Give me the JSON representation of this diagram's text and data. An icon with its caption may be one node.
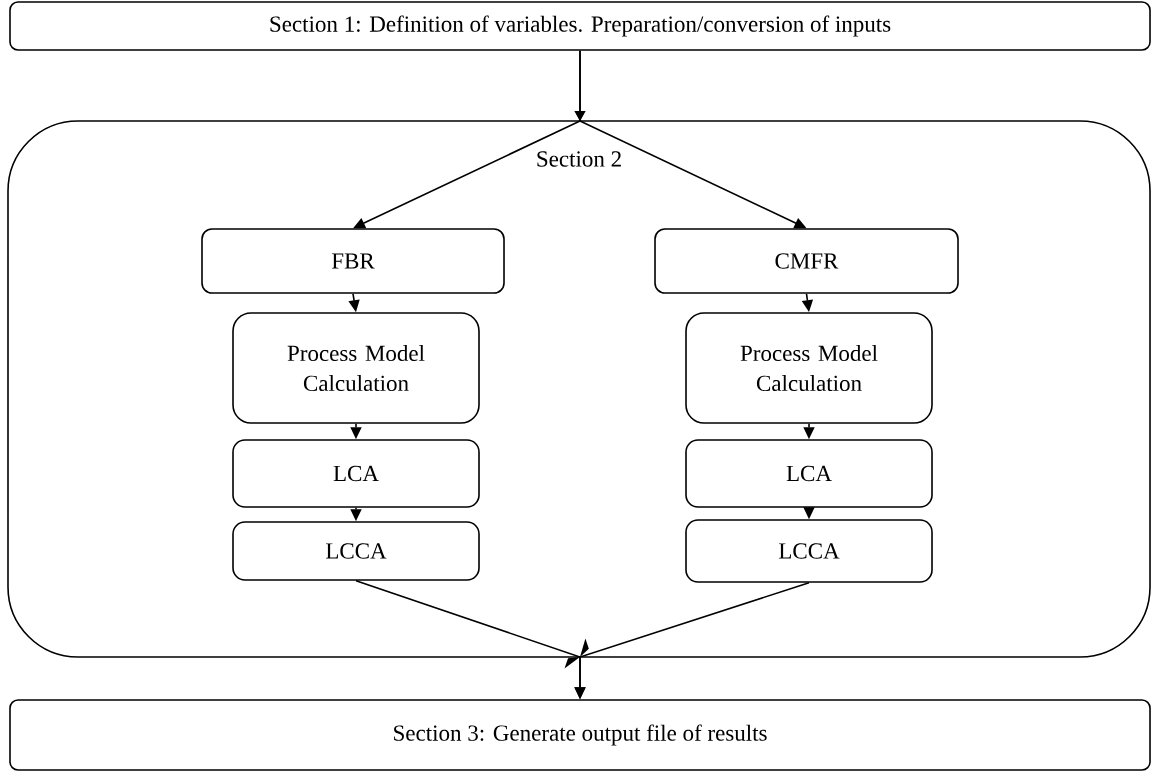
{
  "diagram": {
    "nodes": [
      {
        "text": [
          "Section 1: Definition of variables. Preparation/conversion of inputs"
        ]
      },
      {
        "text": [
          "Section 2"
        ]
      },
      {
        "text": [
          "FBR"
        ],
        "in": 1
      },
      {
        "text": [
          "Process Model Calculation"
        ],
        "in": 1
      },
      {
        "text": [
          "LCA"
        ],
        "in": 1
      },
      {
        "text": [
          "LCCA"
        ],
        "in": 1
      },
      {
        "text": [
          "CMFR"
        ],
        "in": 1
      },
      {
        "text": [
          "Process Model Calculation"
        ],
        "in": 1
      },
      {
        "text": [
          "LCA"
        ],
        "in": 1
      },
      {
        "text": [
          "LCCA"
        ],
        "in": 1
      },
      {
        "text": [
          "Section 3: Generate output file of results"
        ]
      }
    ],
    "edges": [
      {
        "from": 0,
        "to": 2,
        "arrow": "to"
      },
      {
        "from": 0,
        "to": 6,
        "arrow": "to"
      },
      {
        "from": 2,
        "to": 3,
        "arrow": "to"
      },
      {
        "from": 3,
        "to": 4,
        "arrow": "to"
      },
      {
        "from": 4,
        "to": 5,
        "arrow": "to"
      },
      {
        "from": 6,
        "to": 7,
        "arrow": "to"
      },
      {
        "from": 7,
        "to": 8,
        "arrow": "to"
      },
      {
        "from": 8,
        "to": 9,
        "arrow": "to"
      },
      {
        "from": 5,
        "to": 10,
        "arrow": "to"
      },
      {
        "from": 9,
        "to": 10,
        "arrow": "to"
      }
    ]
  }
}
